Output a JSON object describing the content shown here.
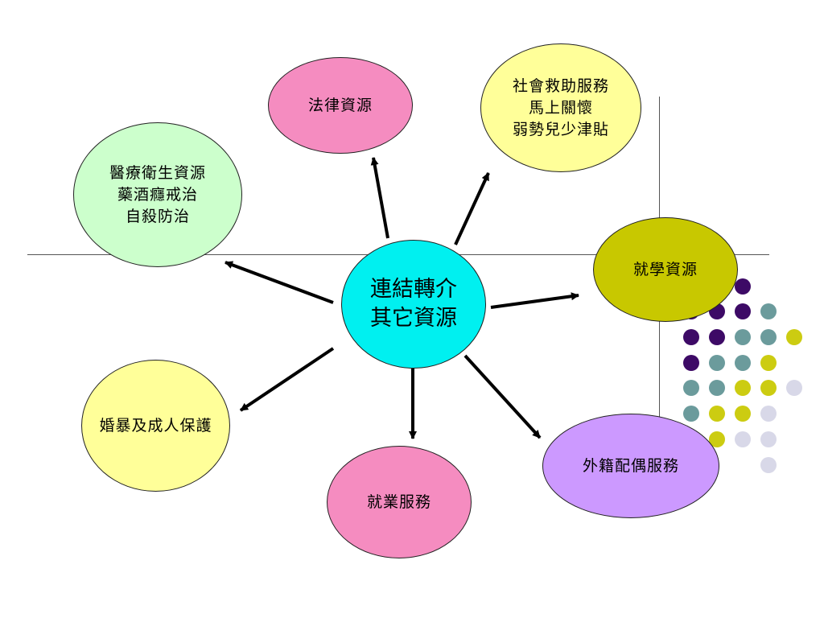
{
  "diagram": {
    "center": {
      "lines": [
        "連結轉介",
        "其它資源"
      ],
      "color": "#00f0f0"
    },
    "nodes": [
      {
        "id": "legal",
        "lines": [
          "法律資源"
        ],
        "color": "#f58cc0"
      },
      {
        "id": "social-assistance",
        "lines": [
          "社會救助服務",
          "馬上關懷",
          "弱勢兒少津貼"
        ],
        "color": "#ffff99"
      },
      {
        "id": "medical",
        "lines": [
          "醫療衛生資源",
          "藥酒癮戒治",
          "自殺防治"
        ],
        "color": "#ccffcc"
      },
      {
        "id": "education",
        "lines": [
          "就學資源"
        ],
        "color": "#c8c800"
      },
      {
        "id": "protection",
        "lines": [
          "婚暴及成人保護"
        ],
        "color": "#ffff99"
      },
      {
        "id": "employment",
        "lines": [
          "就業服務"
        ],
        "color": "#f58cc0"
      },
      {
        "id": "foreign-spouse",
        "lines": [
          "外籍配偶服務"
        ],
        "color": "#cc99ff"
      }
    ]
  },
  "decoration": {
    "dot_colors": {
      "purple": "#3d0a66",
      "teal": "#6b9b9c",
      "olive": "#cccc11",
      "lavender": "#d8d8e8"
    }
  }
}
